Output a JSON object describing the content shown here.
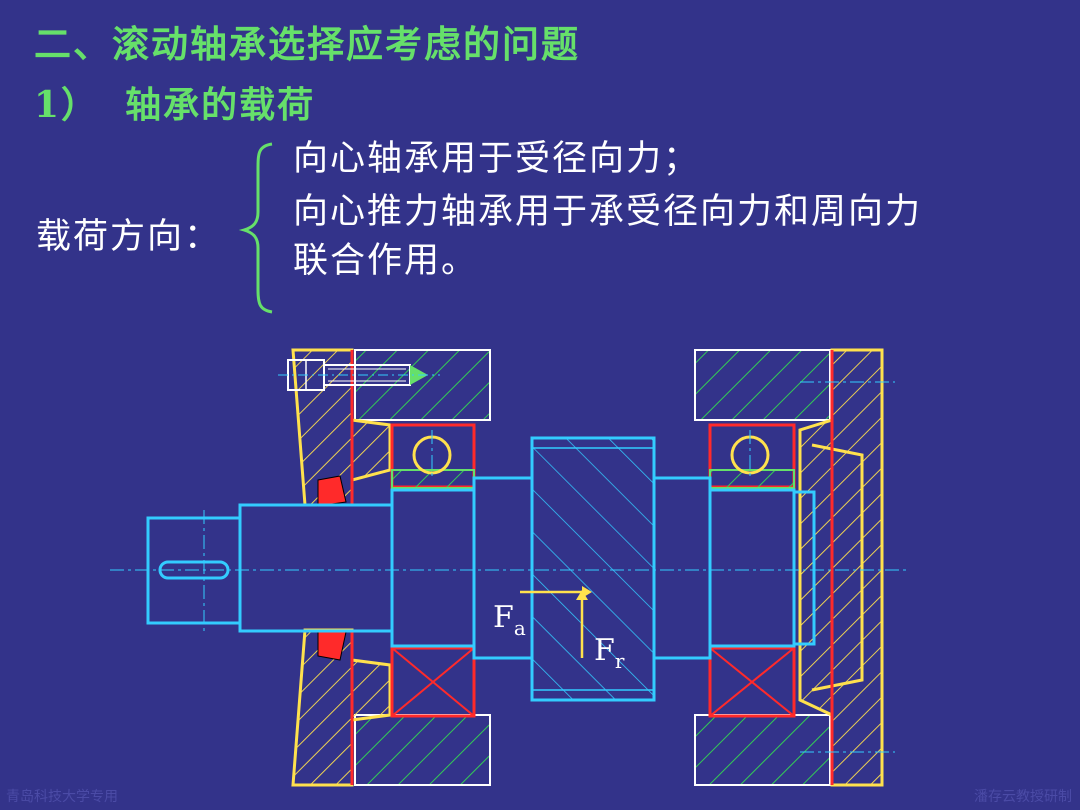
{
  "title": "二、滚动轴承选择应考虑的问题",
  "subtitle": {
    "number": "1）",
    "text": "轴承的载荷"
  },
  "load_direction": {
    "label": "载荷方向：",
    "lines": [
      "向心轴承用于受径向力；",
      "向心推力轴承用于承受径向力和周向力",
      "联合作用。"
    ]
  },
  "diagram": {
    "force_axial": "F",
    "force_axial_sub": "a",
    "force_radial": "F",
    "force_radial_sub": "r"
  },
  "footer": {
    "left": "青岛科技大学专用",
    "right": "潘存云教授研制"
  },
  "colors": {
    "background": "#33338a",
    "heading": "#66e06a",
    "shaft": "#33ccff",
    "housing": "#ffe14d",
    "seal": "#ff2a2a",
    "hatch": "#33cc55"
  }
}
